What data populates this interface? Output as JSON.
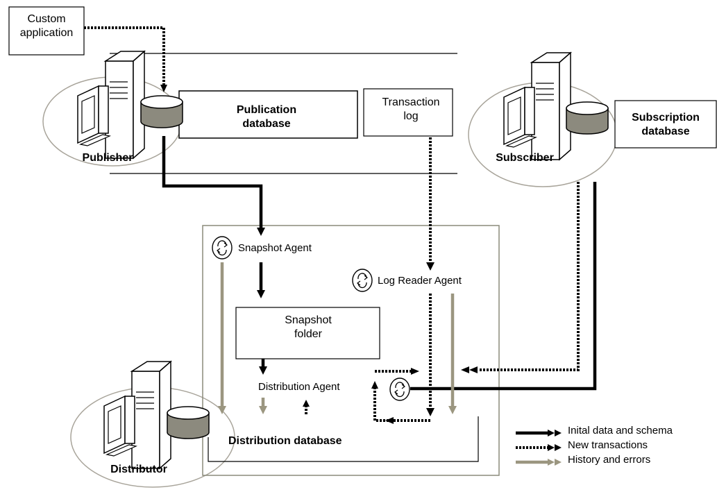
{
  "nodes": {
    "custom_app": {
      "line1": "Custom",
      "line2": "application"
    },
    "publication_db": {
      "line1": "Publication",
      "line2": "database"
    },
    "transaction_log": {
      "line1": "Transaction",
      "line2": "log"
    },
    "subscription_db": {
      "line1": "Subscription",
      "line2": "database"
    },
    "publisher": "Publisher",
    "subscriber": "Subscriber",
    "distributor": "Distributor",
    "snapshot_agent": "Snapshot Agent",
    "log_reader_agent": "Log Reader Agent",
    "snapshot_folder": {
      "line1": "Snapshot",
      "line2": "folder"
    },
    "distribution_agent": "Distribution Agent",
    "distribution_db": "Distribution database"
  },
  "legend": {
    "initial": "Inital data and schema",
    "new_tx": "New transactions",
    "history": "History and errors"
  },
  "colors": {
    "line": "#000000",
    "history": "#9b9680",
    "ellipse": "#a8a49a",
    "db_top": "#ffffff",
    "db_body": "#8c8a7e"
  }
}
